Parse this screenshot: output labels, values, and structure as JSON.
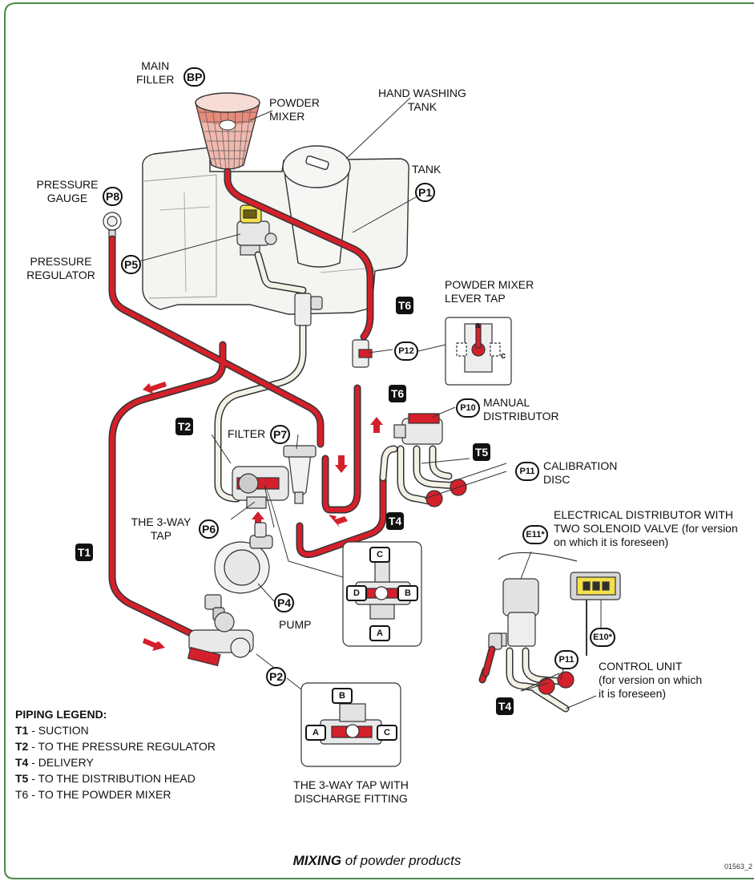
{
  "colors": {
    "frame": "#4a8a4a",
    "pipe": "#d4202a",
    "pipe_light": "#f3f1e6",
    "tag_bg": "#111111"
  },
  "labels": {
    "main_filler": [
      "MAIN",
      "FILLER"
    ],
    "powder_mixer": [
      "POWDER",
      "MIXER"
    ],
    "hand_washing_tank": [
      "HAND WASHING",
      "TANK"
    ],
    "tank": "TANK",
    "pressure_gauge": [
      "PRESSURE",
      "GAUGE"
    ],
    "pressure_regulator": [
      "PRESSURE",
      "REGULATOR"
    ],
    "powder_mixer_lever_tap": [
      "POWDER MIXER",
      "LEVER TAP"
    ],
    "manual_distributor": [
      "MANUAL",
      "DISTRIBUTOR"
    ],
    "calibration_disc": [
      "CALIBRATION",
      "DISC"
    ],
    "filter": "FILTER",
    "three_way_tap": [
      "THE 3-WAY",
      "TAP"
    ],
    "pump": "PUMP",
    "electrical_distributor": [
      "ELECTRICAL DISTRIBUTOR WITH",
      "TWO SOLENOID VALVE (for version",
      "on which it is foreseen)"
    ],
    "control_unit": [
      "CONTROL UNIT",
      "(for version on which",
      "it is foreseen)"
    ],
    "three_way_tap_discharge": [
      "THE 3-WAY TAP WITH",
      "DISCHARGE FITTING"
    ]
  },
  "bubbles": {
    "bp": "BP",
    "p1": "P1",
    "p2": "P2",
    "p4": "P4",
    "p5": "P5",
    "p6": "P6",
    "p7": "P7",
    "p8": "P8",
    "p10": "P10",
    "p11a": "P11",
    "p11b": "P11",
    "p12": "P12",
    "e10": "E10*",
    "e11": "E11*"
  },
  "pipe_tags": {
    "t1": "T1",
    "t2": "T2",
    "t4a": "T4",
    "t4b": "T4",
    "t5": "T5",
    "t6a": "T6",
    "t6b": "T6"
  },
  "valve_ports": {
    "tap1": {
      "top": "C",
      "left": "D",
      "right": "B",
      "bottom": "A"
    },
    "tap2": {
      "top": "B",
      "left": "A",
      "right": "C"
    },
    "lever": {
      "a": "a",
      "c": "c"
    }
  },
  "legend": {
    "title": "PIPING LEGEND:",
    "items": [
      {
        "code": "T1",
        "text": " - SUCTION"
      },
      {
        "code": "T2",
        "text": " - TO THE PRESSURE REGULATOR"
      },
      {
        "code": "T4",
        "text": " - DELIVERY"
      },
      {
        "code": "T5",
        "text": " - TO THE DISTRIBUTION HEAD"
      },
      {
        "code": "T6",
        "text": " - TO THE POWDER MIXER"
      }
    ]
  },
  "caption": {
    "bold": "MIXING",
    "rest": " of powder products"
  },
  "code": "01563_2"
}
